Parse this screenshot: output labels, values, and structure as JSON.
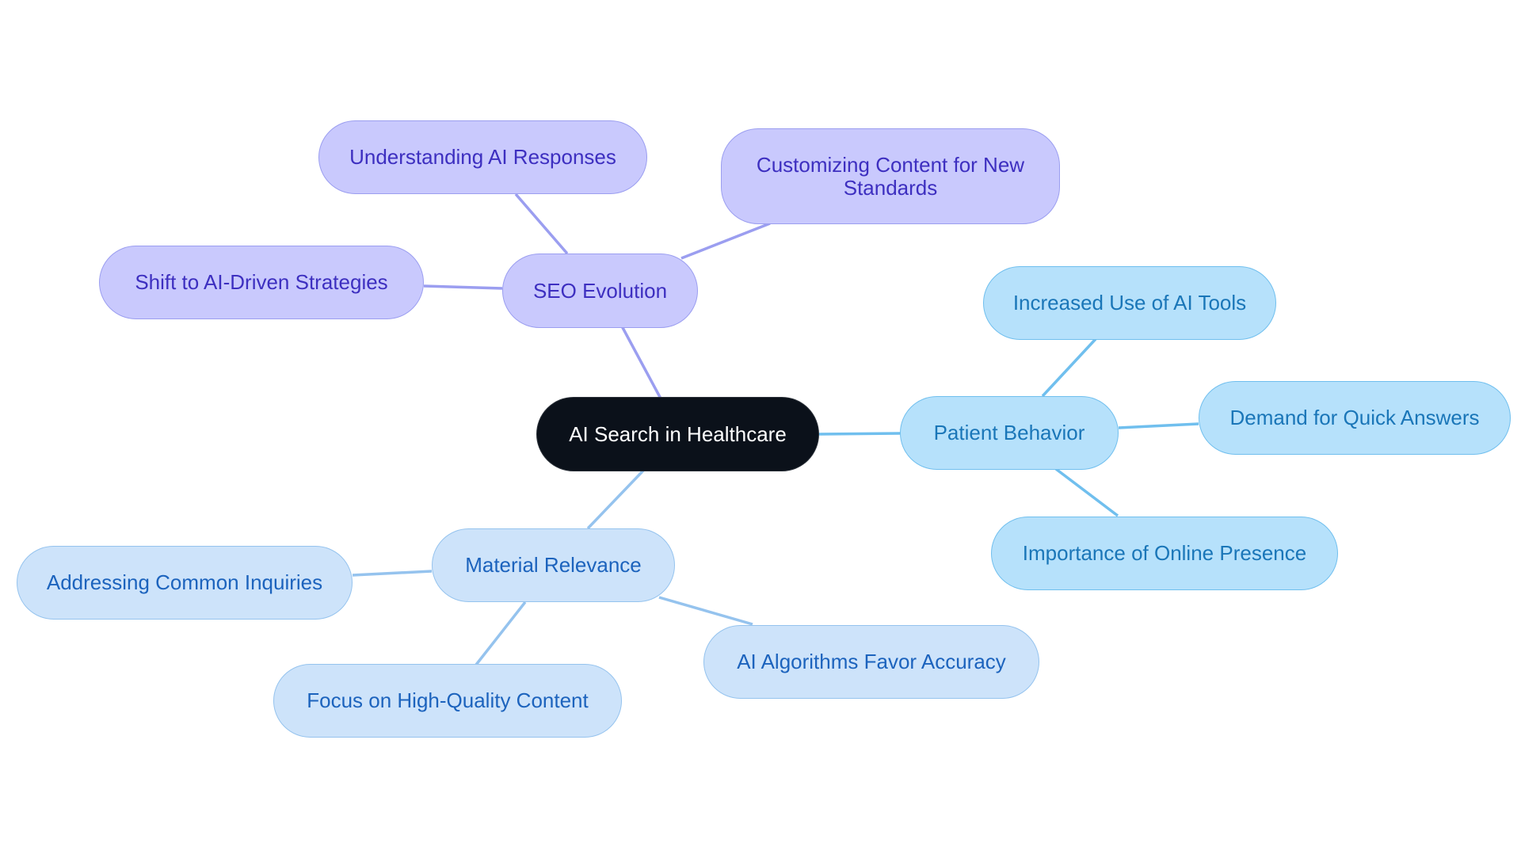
{
  "diagram": {
    "type": "mind-map",
    "root": {
      "label": "AI Search in Healthcare"
    },
    "branches": [
      {
        "label": "SEO Evolution",
        "color": "#c9c9fd",
        "children": [
          "Understanding AI Responses",
          "Customizing Content for New Standards",
          "Shift to AI-Driven Strategies"
        ]
      },
      {
        "label": "Patient Behavior",
        "color": "#b6e1fb",
        "children": [
          "Increased Use of AI Tools",
          "Demand for Quick Answers",
          "Importance of Online Presence"
        ]
      },
      {
        "label": "Material Relevance",
        "color": "#cde3fa",
        "children": [
          "Addressing Common Inquiries",
          "Focus on High-Quality Content",
          "AI Algorithms Favor Accuracy"
        ]
      }
    ]
  }
}
